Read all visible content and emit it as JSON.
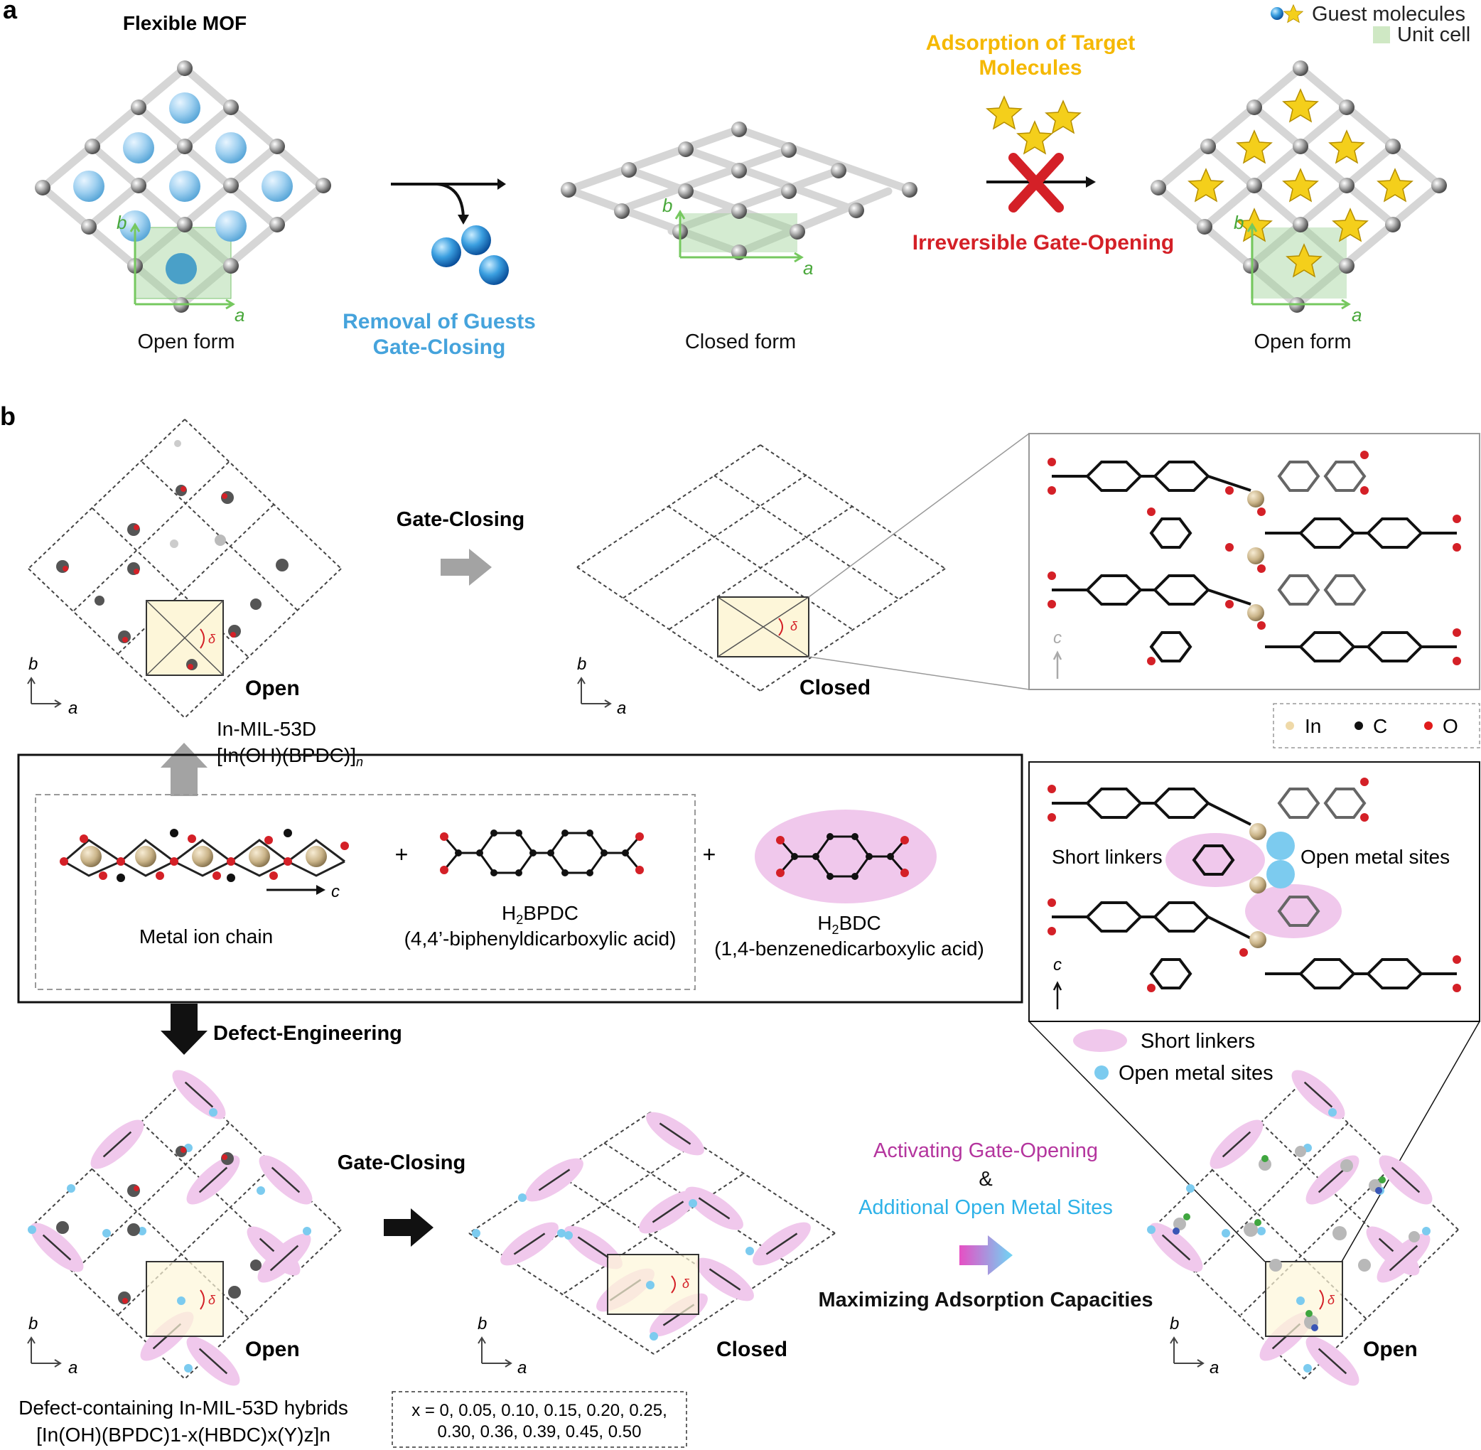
{
  "panel_a": {
    "letter": "a",
    "title": "Flexible MOF",
    "legend": {
      "guest": "Guest molecules",
      "cell": "Unit cell"
    },
    "step1": {
      "line1": "Removal of Guests",
      "line2": "Gate-Closing"
    },
    "step2": {
      "line1": "Adsorption of Target",
      "line2": "Molecules",
      "line3": "Irreversible Gate-Opening"
    },
    "open_label": "Open form",
    "closed_label": "Closed form",
    "open_label_2": "Open form",
    "axis_a": "a",
    "axis_b": "b"
  },
  "panel_b": {
    "letter": "b",
    "gate_closing_top": "Gate-Closing",
    "gate_closing_bottom": "Gate-Closing",
    "open": "Open",
    "closed": "Closed",
    "delta": "δ",
    "axis_a": "a",
    "axis_b": "b",
    "axis_c": "c",
    "mof_name": "In-MIL-53D",
    "mof_formula": "[In(OH)(BPDC)]",
    "mof_formula_sub": "n",
    "legend_atoms": {
      "in": "In",
      "c": "C",
      "o": "O"
    },
    "metal_chain": "Metal ion chain",
    "bpdc": {
      "name_pre": "H",
      "name_sub": "2",
      "name_post": "BPDC",
      "full": "(4,4’-biphenyldicarboxylic acid)"
    },
    "bdc": {
      "name_pre": "H",
      "name_sub": "2",
      "name_post": "BDC",
      "full": "(1,4-benzenedicarboxylic acid)"
    },
    "plus": "+",
    "defect_engineering": "Defect-Engineering",
    "short_linkers": "Short linkers",
    "open_metal_sites": "Open metal sites",
    "activating": "Activating Gate-Opening",
    "ampersand": "&",
    "additional": "Additional Open Metal Sites",
    "maximizing": "Maximizing Adsorption Capacities",
    "hybrids_title": "Defect-containing In-MIL-53D hybrids",
    "hybrids_formula": "[In(OH)(BPDC)1-x(HBDC)x(Y)z]n",
    "x_values_line1": "x = 0, 0.05, 0.10, 0.15, 0.20, 0.25,",
    "x_values_line2": "0.30, 0.36, 0.39, 0.45, 0.50"
  },
  "colors": {
    "blue_text": "#45a3dc",
    "gold_text": "#f5b800",
    "red_text": "#d42027",
    "magenta_text": "#b4359e",
    "cyan_text": "#2eb2e8",
    "linker_pink": "#f0c8ec",
    "metal_site": "#7ccbef",
    "cell_green": "#cfe8c4"
  }
}
